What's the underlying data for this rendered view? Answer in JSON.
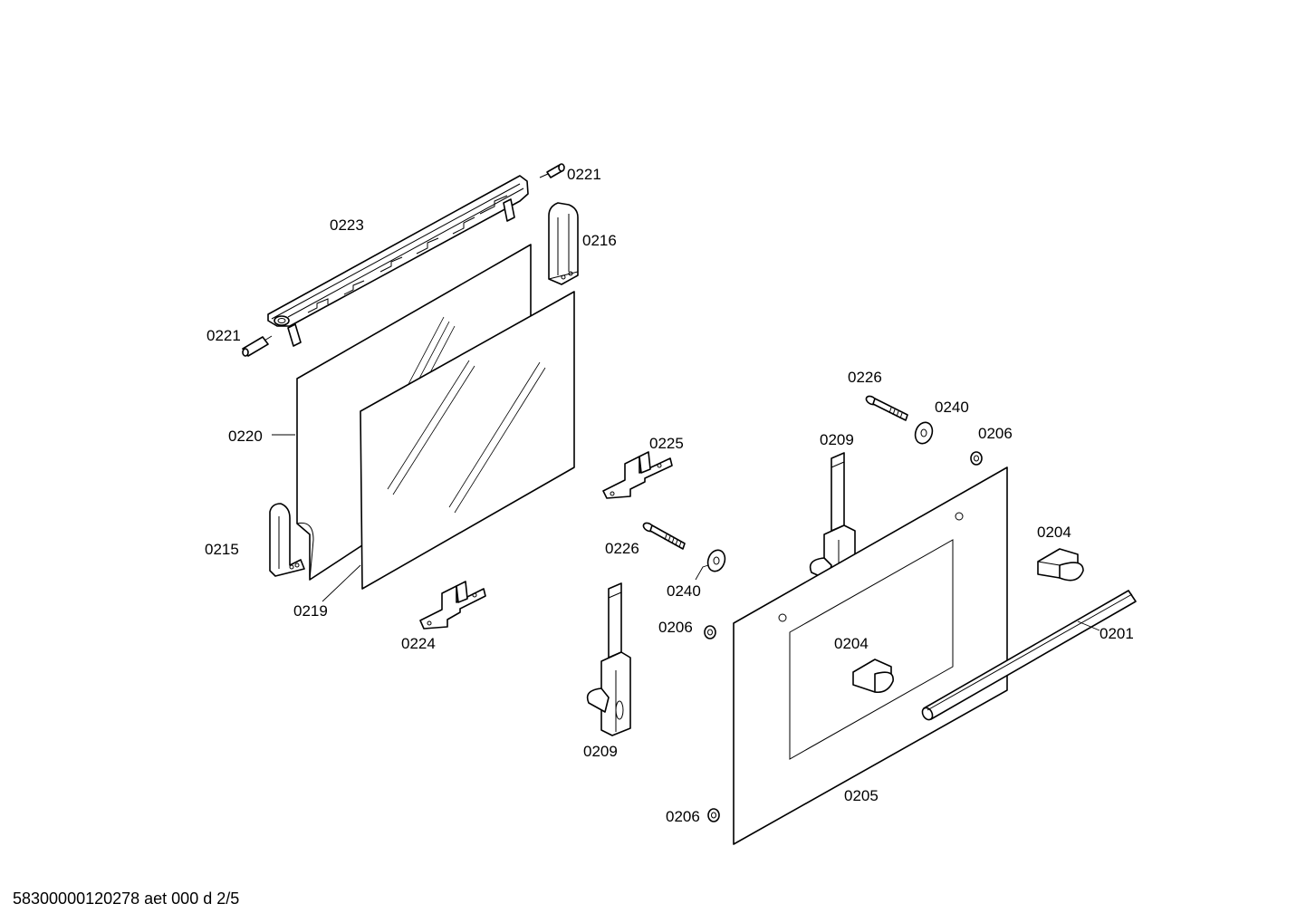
{
  "labels": {
    "p0221_top": "0221",
    "p0223": "0223",
    "p0216": "0216",
    "p0221_left": "0221",
    "p0220": "0220",
    "p0215": "0215",
    "p0219": "0219",
    "p0224": "0224",
    "p0225": "0225",
    "p0226_mid": "0226",
    "p0240_mid": "0240",
    "p0209_mid": "0209",
    "p0206_mid": "0206",
    "p0226_top": "0226",
    "p0240_top": "0240",
    "p0209_top": "0209",
    "p0206_top": "0206",
    "p0204_right": "0204",
    "p0204_center": "0204",
    "p0201": "0201",
    "p0205": "0205",
    "p0206_bottom": "0206"
  },
  "footer": {
    "code": "58300000120278 aet 000 d 2/5"
  }
}
